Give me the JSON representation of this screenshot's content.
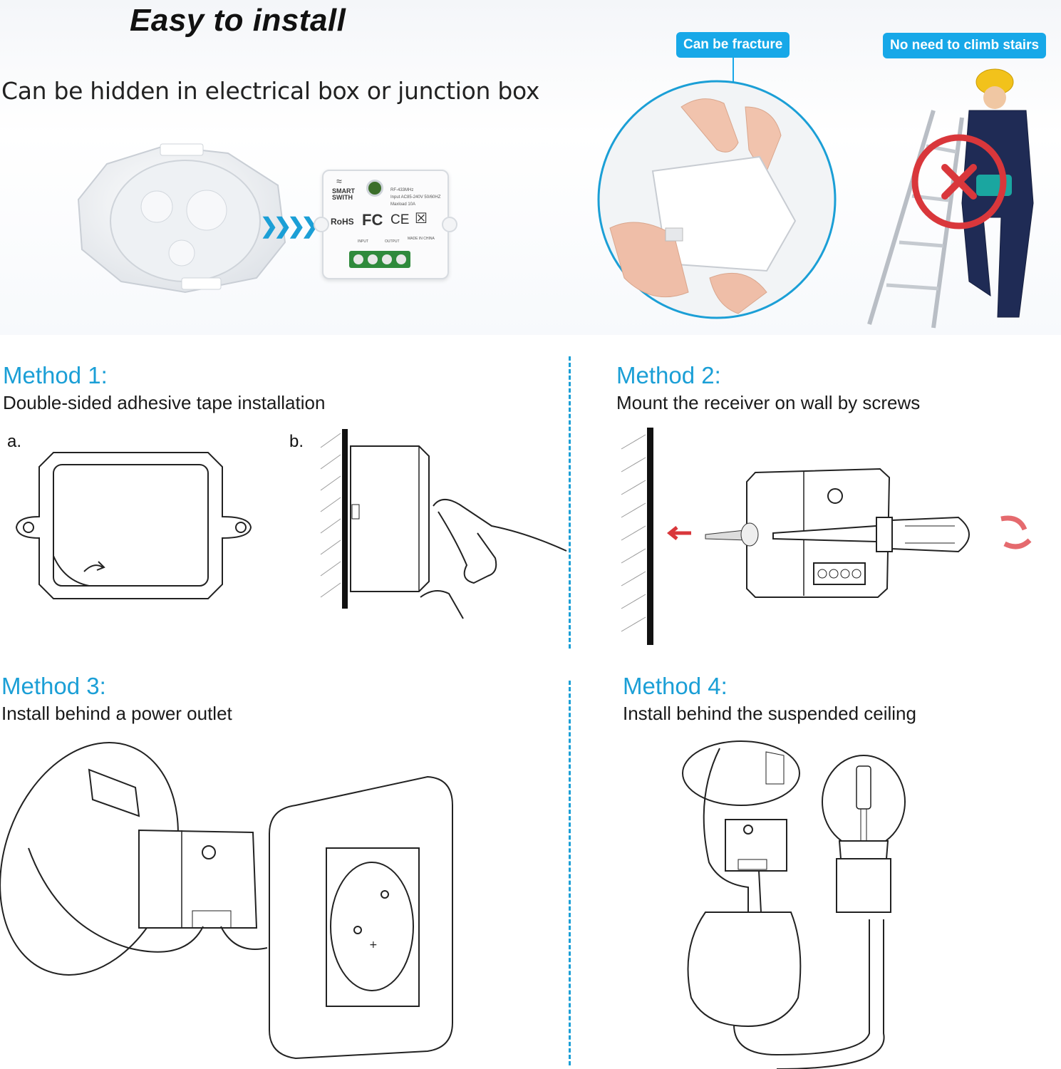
{
  "header": {
    "title": "Easy to install",
    "subtitle": "Can be hidden in electrical box or junction box"
  },
  "badges": {
    "fracture": "Can be fracture",
    "no_climb": "No need to climb stairs"
  },
  "device_label": {
    "brand_line1": "SMART",
    "brand_line2": "SWITH",
    "spec1": "RF-433MHz",
    "spec2": "Input AC85-240V 50/60HZ",
    "spec3": "Maxload 10A",
    "rohs": "RoHS",
    "fc": "FC",
    "ce": "CE",
    "input": "INPUT",
    "output": "OUTPUT",
    "made_in": "MADE IN CHINA"
  },
  "methods": [
    {
      "title": "Method 1:",
      "desc": "Double-sided adhesive tape installation"
    },
    {
      "title": "Method 2:",
      "desc": "Mount the receiver on wall by screws"
    },
    {
      "title": "Method 3:",
      "desc": "Install behind a power outlet"
    },
    {
      "title": "Method 4:",
      "desc": "Install behind the suspended ceiling"
    }
  ],
  "steps": {
    "a": "a.",
    "b": "b."
  },
  "colors": {
    "accent": "#1b9fd6",
    "badge": "#17a8e8",
    "forbidden": "#d9373b",
    "arrow": "#d9373b"
  }
}
